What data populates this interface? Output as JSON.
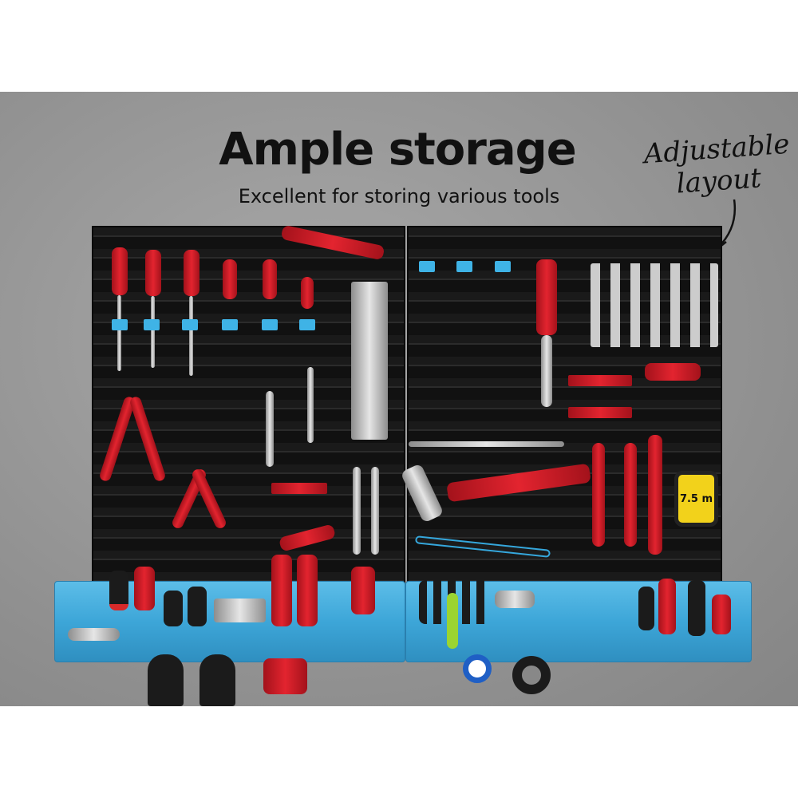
{
  "headline": "Ample storage",
  "subheadline": "Excellent for storing various tools",
  "annotation": {
    "line1": "Adjustable",
    "line2": "layout"
  },
  "tape_label": "7.5 m",
  "colors": {
    "board": "#1a1a1a",
    "shelf": "#3da6d8",
    "tool_handle": "#e3242f",
    "wall": "#999999"
  }
}
